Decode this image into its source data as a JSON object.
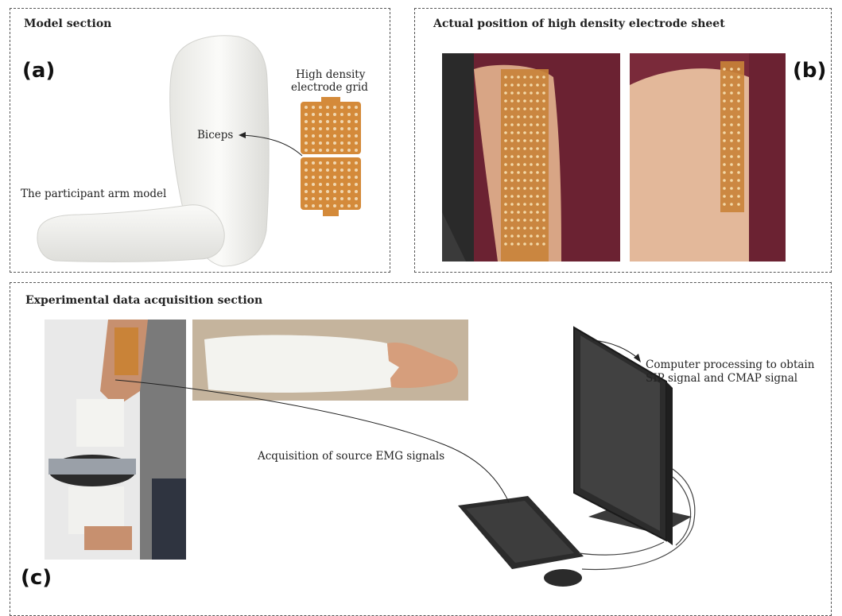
{
  "panel_a": {
    "title": "Model section",
    "letter": "(a)",
    "biceps_label": "Biceps",
    "arm_label": "The participant arm model",
    "grid_label_line1": "High density",
    "grid_label_line2": "electrode grid"
  },
  "panel_b": {
    "title": "Actual position of high density electrode sheet",
    "letter": "(b)"
  },
  "panel_c": {
    "title": "Experimental data acquisition section",
    "letter": "(c)",
    "acquisition_label": "Acquisition of source EMG signals",
    "computer_label_line1": "Computer processing to obtain",
    "computer_label_line2": "SIP signal and CMAP signal"
  },
  "colors": {
    "electrode": "#d48a3a",
    "shirt": "#6e1f2e",
    "skin": "#d9a98a",
    "cast": "#f2f2ef",
    "monitor": "#2b2b2b"
  }
}
